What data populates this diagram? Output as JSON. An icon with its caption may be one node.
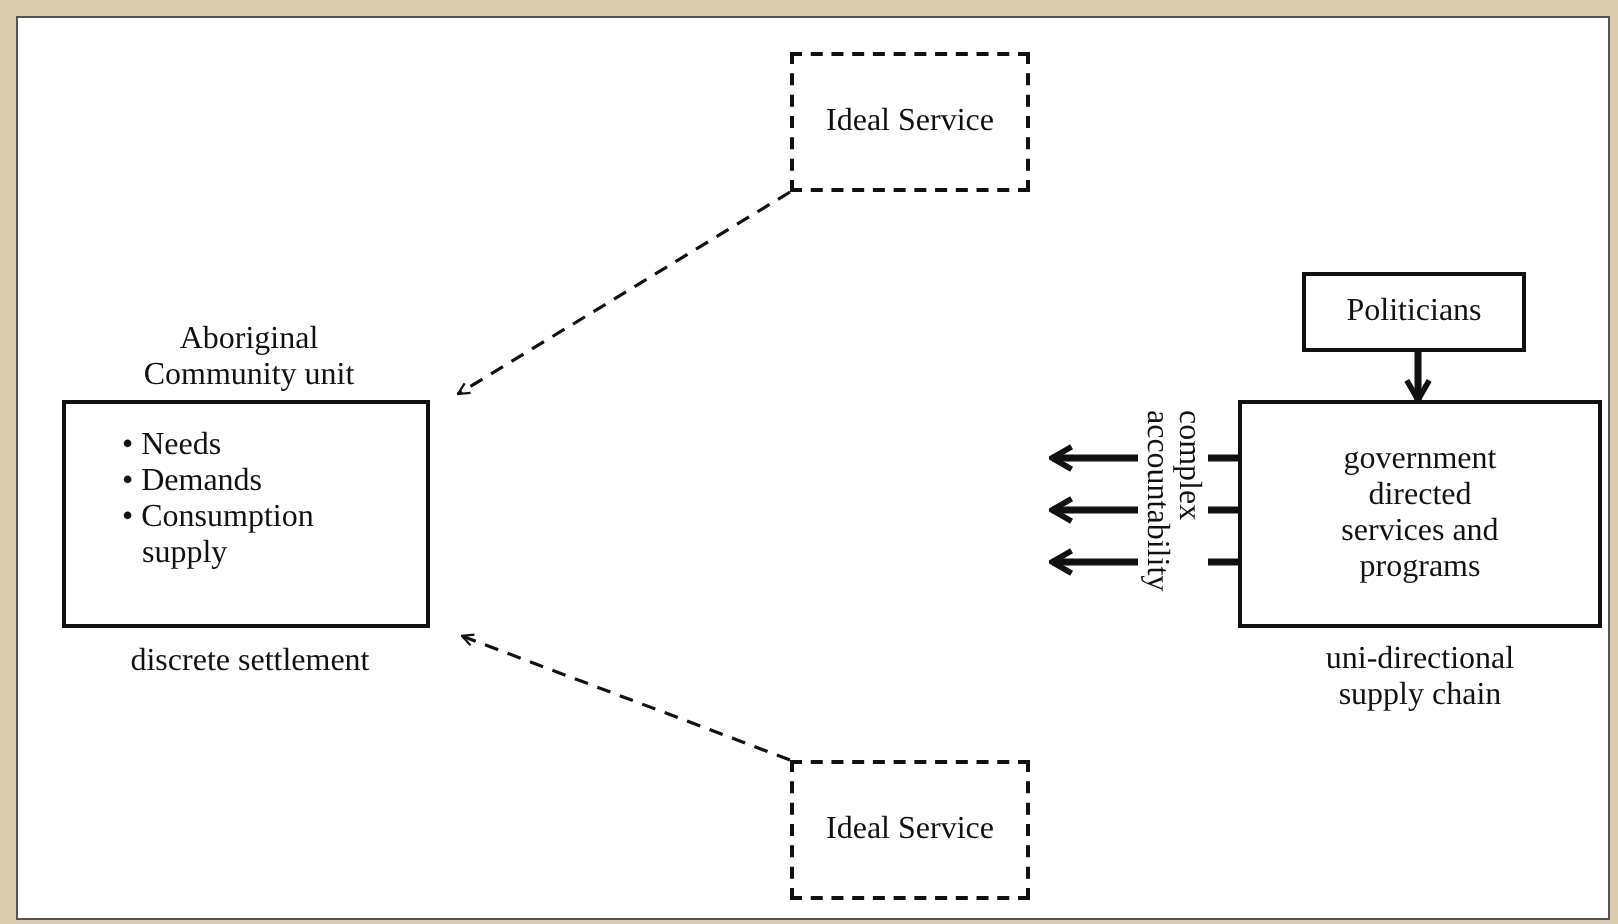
{
  "diagram": {
    "nodes": [
      {
        "text": [
          "Ideal Service"
        ]
      },
      {
        "text": [
          "Aboriginal Community unit",
          "• Needs",
          "• Demands",
          "• Consumption supply"
        ],
        "beside": [
          "discrete settlement"
        ]
      },
      {
        "text": [
          "Politicians"
        ]
      },
      {
        "text": [
          "government directed services and programs"
        ],
        "beside": [
          "uni-directional supply chain"
        ]
      },
      {
        "text": [
          "Ideal Service"
        ]
      }
    ],
    "edges": [
      {
        "from": 0,
        "to": 1,
        "arrow": "to",
        "style": "dashed"
      },
      {
        "from": 4,
        "to": 1,
        "arrow": "to",
        "style": "dashed"
      },
      {
        "from": 2,
        "to": 3,
        "arrow": "to"
      },
      {
        "from": 3,
        "to": null,
        "arrow": "to"
      },
      {
        "from": 3,
        "to": null,
        "arrow": "to"
      },
      {
        "from": 3,
        "to": null,
        "arrow": "to"
      }
    ],
    "labels": [
      "complex accountability"
    ]
  }
}
